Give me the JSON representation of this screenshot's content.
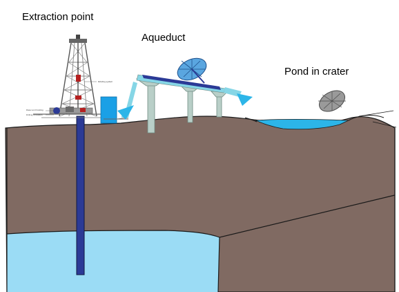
{
  "labels": {
    "extraction_point": "Extraction point",
    "aqueduct": "Aqueduct",
    "pond": "Pond in crater"
  },
  "colors": {
    "ground": "#806a62",
    "ground_edge": "#1a1a1a",
    "aquifer_water": "#9bdcf5",
    "pond_water": "#2cb5e8",
    "pipe": "#2b3a96",
    "aqueduct_flow": "#86d6e6",
    "pillar": "#b9cfc8",
    "tank": "#1aa0e6",
    "umbrella_blue": "#3d86c9",
    "umbrella_gray": "#8a8a8a"
  },
  "icons": {
    "rig": "drilling-rig-icon",
    "tank": "water-tank-icon",
    "umbrella_blue": "blue-umbrella-icon",
    "umbrella_gray": "gray-umbrella-icon"
  }
}
